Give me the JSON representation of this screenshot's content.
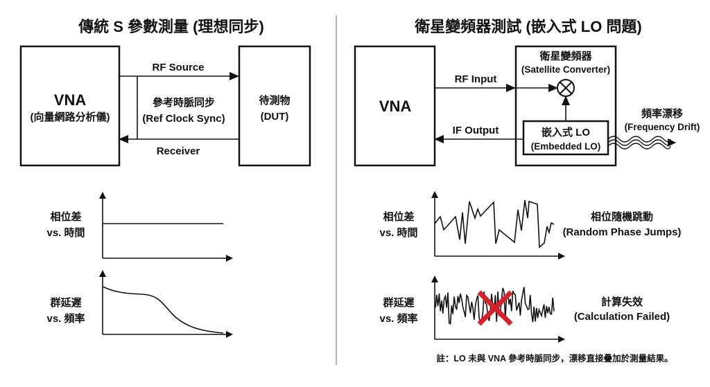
{
  "left": {
    "title": "傳統 S 參數測量 (理想同步)",
    "vna_label": "VNA",
    "vna_sub": "(向量網路分析儀)",
    "rf_source": "RF Source",
    "receiver": "Receiver",
    "ref_clock": "參考時脈同步",
    "ref_clock_en": "(Ref Clock Sync)",
    "dut_label": "待測物",
    "dut_sub": "(DUT)",
    "plot1_ylabel": "相位差",
    "plot1_xlabel": "vs. 時間",
    "plot2_ylabel": "群延遲",
    "plot2_xlabel": "vs. 頻率"
  },
  "right": {
    "title": "衛星變頻器測試 (嵌入式 LO 問題)",
    "vna_label": "VNA",
    "converter_label": "衛星變頻器",
    "converter_sub": "(Satellite Converter)",
    "rf_input": "RF Input",
    "if_output": "IF Output",
    "lo_label": "嵌入式 LO",
    "lo_sub": "(Embedded LO)",
    "drift_label": "頻率漂移",
    "drift_sub": "(Frequency Drift)",
    "plot1_ylabel": "相位差",
    "plot1_xlabel": "vs. 時間",
    "plot1_note": "相位隨機跳動",
    "plot1_note_en": "(Random Phase Jumps)",
    "plot2_ylabel": "群延遲",
    "plot2_xlabel": "vs. 頻率",
    "plot2_note": "計算失效",
    "plot2_note_en": "(Calculation Failed)",
    "footnote": "註：LO 未與 VNA 參考時脈同步，漂移直接疊加於測量結果。"
  },
  "colors": {
    "fail_mark": "#d8202a",
    "ink": "#111111"
  }
}
